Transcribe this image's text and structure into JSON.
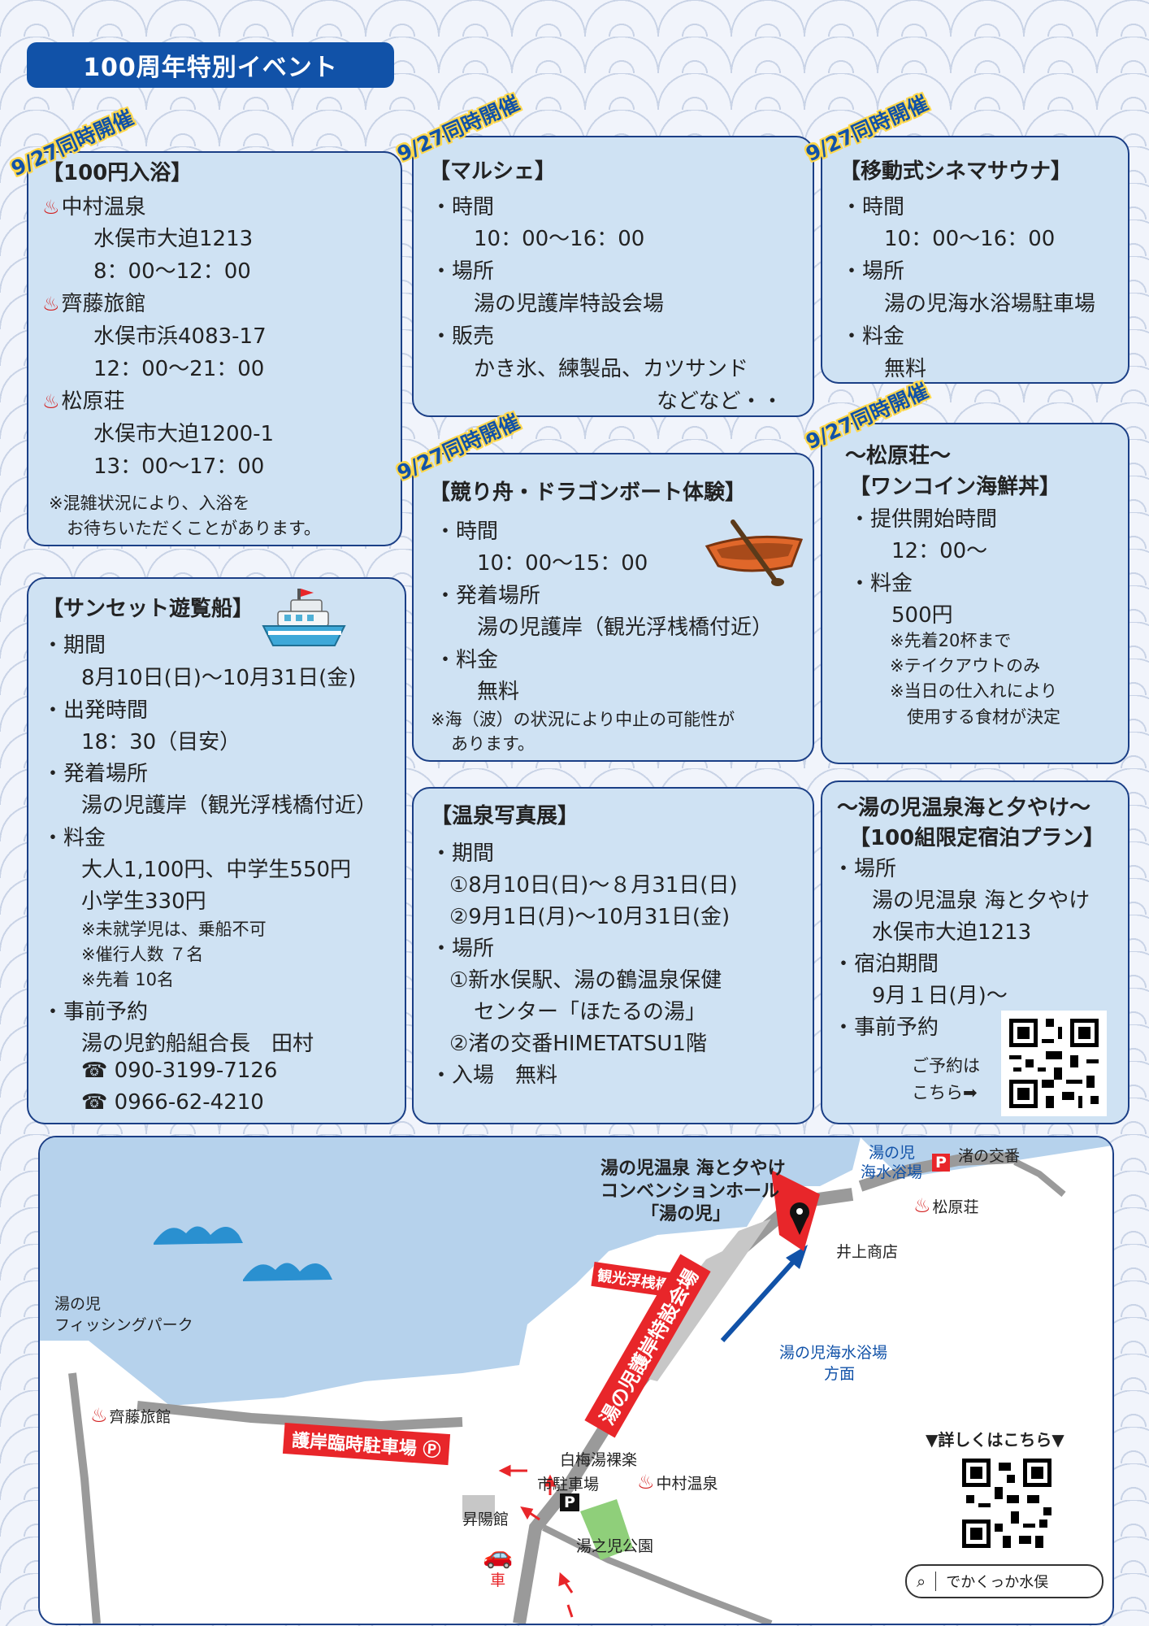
{
  "header": {
    "title": "100周年特別イベント"
  },
  "ribbon": "9/27同時開催",
  "box1": {
    "title": "【100円入浴】",
    "items": [
      {
        "name": "中村温泉",
        "address": "水俣市大迫1213",
        "hours": "8：00〜12：00"
      },
      {
        "name": "齊藤旅館",
        "address": "水俣市浜4083-17",
        "hours": "12：00〜21：00"
      },
      {
        "name": "松原荘",
        "address": "水俣市大迫1200-1",
        "hours": "13：00〜17：00"
      }
    ],
    "note1": "※混雑状況により、入浴を",
    "note2": "お待ちいただくことがあります。"
  },
  "box2": {
    "title": "【マルシェ】",
    "l1": "・時間",
    "l2": "10：00〜16：00",
    "l3": "・場所",
    "l4": "湯の児護岸特設会場",
    "l5": "・販売",
    "l6": "かき氷、練製品、カツサンド",
    "l7": "などなど・・"
  },
  "box3": {
    "title": "【移動式シネマサウナ】",
    "l1": "・時間",
    "l2": "10：00〜16：00",
    "l3": "・場所",
    "l4": "湯の児海水浴場駐車場",
    "l5": "・料金",
    "l6": "無料"
  },
  "box4": {
    "title": "【競り舟・ドラゴンボート体験】",
    "l1": "・時間",
    "l2": "10：00〜15：00",
    "l3": "・発着場所",
    "l4": "湯の児護岸（観光浮桟橋付近）",
    "l5": "・料金",
    "l6": "無料",
    "n1": "※海（波）の状況により中止の可能性が",
    "n2": "あります。"
  },
  "box5": {
    "t1": "〜松原荘〜",
    "t2": "【ワンコイン海鮮丼】",
    "l1": "・提供開始時間",
    "l2": "12：00〜",
    "l3": "・料金",
    "l4": "500円",
    "n1": "※先着20杯まで",
    "n2": "※テイクアウトのみ",
    "n3": "※当日の仕入れにより",
    "n4": "使用する食材が決定"
  },
  "box6": {
    "title": "【サンセット遊覧船】",
    "l1": "・期間",
    "l2": "8月10日(日)〜10月31日(金)",
    "l3": "・出発時間",
    "l4": "18：30（目安）",
    "l5": "・発着場所",
    "l6": "湯の児護岸（観光浮桟橋付近）",
    "l7": "・料金",
    "l8": "大人1,100円、中学生550円",
    "l9": "小学生330円",
    "n1": "※未就学児は、乗船不可",
    "n2": "※催行人数 ７名",
    "n3": "※先着 10名",
    "l10": "・事前予約",
    "l11": "湯の児釣船組合長　田村",
    "tel1": "☎ 090-3199-7126",
    "tel2": "☎ 0966-62-4210"
  },
  "box7": {
    "title": "【温泉写真展】",
    "l1": "・期間",
    "l2": "①8月10日(日)〜８月31日(日)",
    "l3": "②9月1日(月)〜10月31日(金)",
    "l4": "・場所",
    "l5": "①新水俣駅、湯の鶴温泉保健",
    "l6": "センター「ほたるの湯」",
    "l7": "②渚の交番HIMETATSU1階",
    "l8": "・入場　無料"
  },
  "box8": {
    "t1": "〜湯の児温泉海と夕やけ〜",
    "t2": "【100組限定宿泊プラン】",
    "l1": "・場所",
    "l2": "湯の児温泉 海と夕やけ",
    "l3": "水俣市大迫1213",
    "l4": "・宿泊期間",
    "l5": "9月１日(月)〜",
    "l6": "・事前予約",
    "l7": "ご予約は",
    "l8": "こちら➡"
  },
  "map": {
    "venue1": "湯の児温泉 海と夕やけ",
    "venue2": "コンベンションホール",
    "venue3": "「湯の児」",
    "beach1": "湯の児",
    "beach2": "海水浴場",
    "koban": "渚の交番",
    "matsubara": "松原荘",
    "inoue": "井上商店",
    "pier": "観光浮桟橋",
    "special": "湯の児護岸特設会場",
    "fishing1": "湯の児",
    "fishing2": "フィッシングパーク",
    "direction1": "湯の児海水浴場",
    "direction2": "方面",
    "saito": "齊藤旅館",
    "parking": "護岸臨時駐車場",
    "hakubai": "白梅湯裸楽",
    "cityparking": "市駐車場",
    "nakamura": "中村温泉",
    "shoyo": "昇陽館",
    "park": "湯之児公園",
    "car": "車",
    "details": "▼詳しくはこちら▼",
    "search": "でかくっか水俣"
  },
  "colors": {
    "accent": "#1152a8",
    "box": "#cfe2f3",
    "red": "#e8262a",
    "ribbon": "#ffd84d"
  }
}
